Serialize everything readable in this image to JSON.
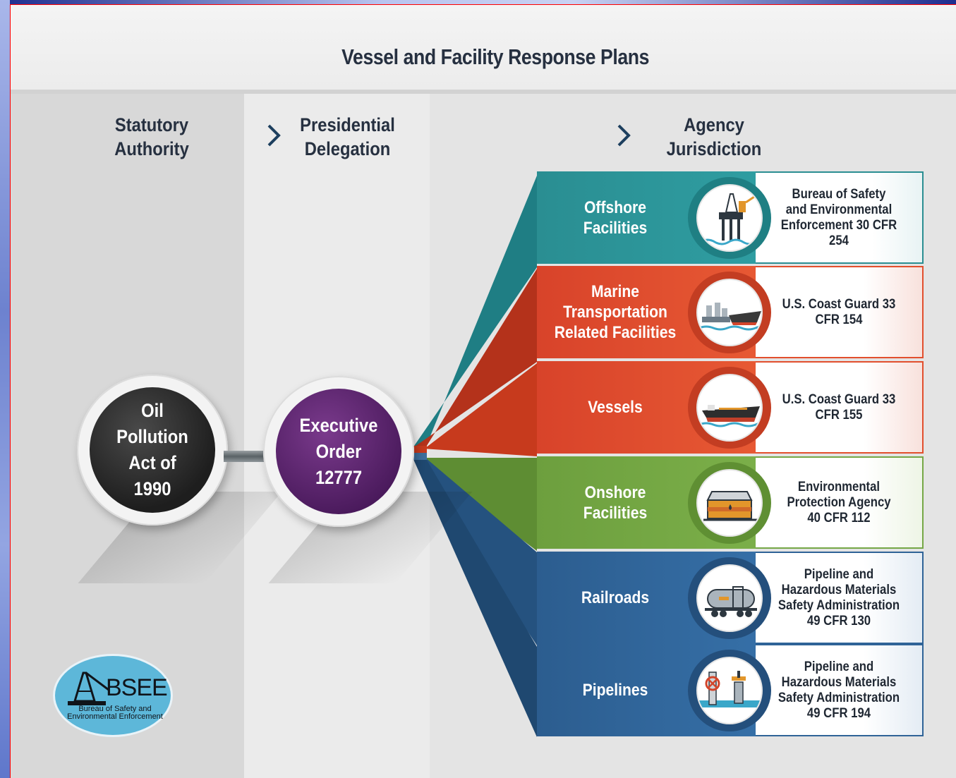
{
  "title": "Vessel and Facility Response Plans",
  "columns": {
    "statutory": "Statutory Authority",
    "presidential": "Presidential Delegation",
    "agency": "Agency Jurisdiction"
  },
  "statute": "Oil Pollution Act of 1990",
  "executive_order": "Executive Order 12777",
  "rows": [
    {
      "category": "Offshore Facilities",
      "icon": "offshore-platform-icon",
      "agency": "Bureau of Safety and Environmental Enforcement 30 CFR 254",
      "color": "#2a8e92"
    },
    {
      "category": "Marine Transportation Related Facilities",
      "icon": "marine-terminal-icon",
      "agency": "U.S. Coast Guard 33 CFR 154",
      "color": "#e24f2d"
    },
    {
      "category": "Vessels",
      "icon": "tanker-ship-icon",
      "agency": "U.S. Coast Guard 33 CFR 155",
      "color": "#e24f2d"
    },
    {
      "category": "Onshore Facilities",
      "icon": "storage-tank-icon",
      "agency": "Environmental Protection Agency 40 CFR 112",
      "color": "#75a746"
    },
    {
      "category": "Railroads",
      "icon": "rail-tank-car-icon",
      "agency": "Pipeline and Hazardous Materials Safety Administration 49 CFR 130",
      "color": "#2f6397"
    },
    {
      "category": "Pipelines",
      "icon": "pipeline-valve-icon",
      "agency": "Pipeline and Hazardous Materials Safety Administration 49 CFR 194",
      "color": "#2f6397"
    }
  ],
  "logo": {
    "name": "BSEE",
    "subtitle": "Bureau of Safety and Environmental Enforcement"
  }
}
